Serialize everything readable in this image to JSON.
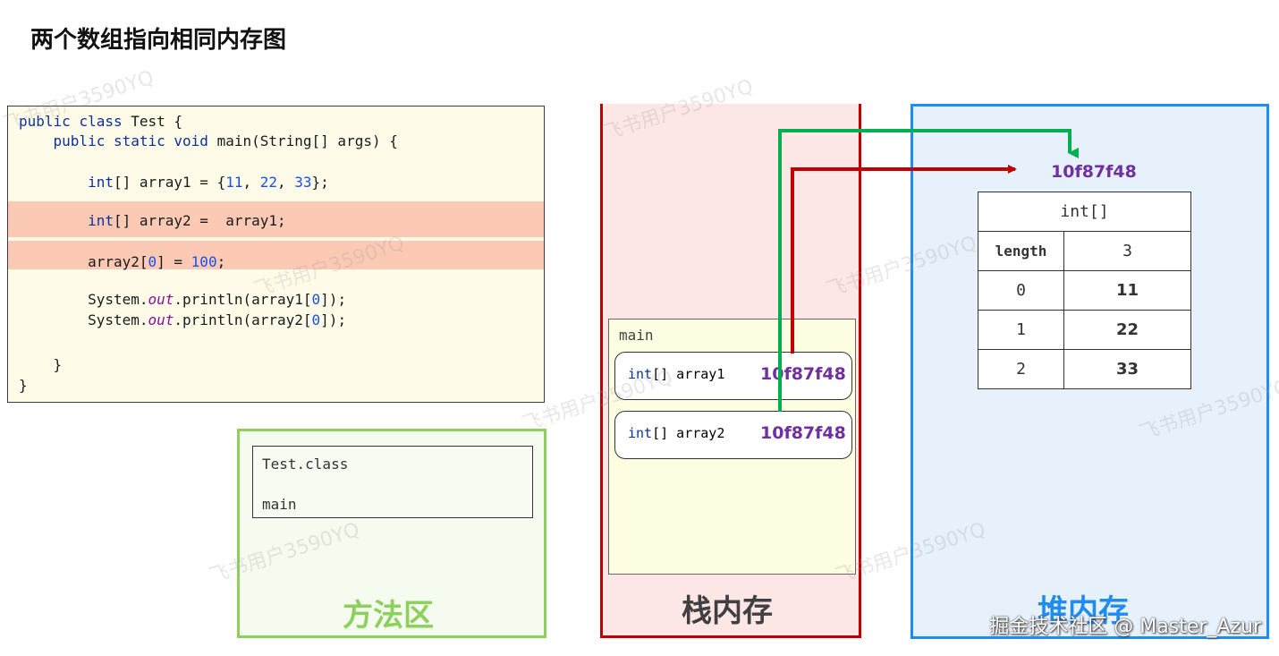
{
  "title": "两个数组指向相同内存图",
  "code": {
    "line1_kw1": "public",
    "line1_kw2": "class",
    "line1_rest": " Test {",
    "line2_kw1": "public",
    "line2_kw2": "static",
    "line2_kw3": "void",
    "line2_rest": " main(String[] args) {",
    "line3_type": "int",
    "line3_mid": "[] array1 = {",
    "line3_n1": "11",
    "line3_sep1": ", ",
    "line3_n2": "22",
    "line3_sep2": ", ",
    "line3_n3": "33",
    "line3_end": "};",
    "line4_type": "int",
    "line4_rest": "[] array2 =  array1;",
    "line5_a": "array2[",
    "line5_idx": "0",
    "line5_b": "] = ",
    "line5_val": "100",
    "line5_end": ";",
    "line6_a": "System.",
    "line6_out": "out",
    "line6_b": ".println(array1[",
    "line6_idx": "0",
    "line6_end": "]);",
    "line7_a": "System.",
    "line7_out": "out",
    "line7_b": ".println(array2[",
    "line7_idx": "0",
    "line7_end": "]);",
    "line8": "}",
    "line9": "}"
  },
  "method_area": {
    "label": "方法区",
    "class_name": "Test.class",
    "method": "main"
  },
  "stack": {
    "label": "栈内存",
    "frame_name": "main",
    "vars": [
      {
        "decl_type": "int",
        "decl_name": "[] array1",
        "addr": "10f87f48"
      },
      {
        "decl_type": "int",
        "decl_name": "[] array2",
        "addr": "10f87f48"
      }
    ]
  },
  "heap": {
    "label": "堆内存",
    "addr": "10f87f48",
    "type": "int[]",
    "length_label": "length",
    "length_value": "3",
    "rows": [
      {
        "index": "0",
        "value": "11"
      },
      {
        "index": "1",
        "value": "22"
      },
      {
        "index": "2",
        "value": "33"
      }
    ]
  },
  "watermark": "飞书用户3590YQ",
  "credit": "掘金技术社区 @ Master_Azur",
  "colors": {
    "stack_border": "#c00000",
    "heap_border": "#1e8cf0",
    "method_border": "#8dd05c",
    "arrow_array1": "#c00000",
    "arrow_array2": "#00b050",
    "address": "#7030a0"
  }
}
